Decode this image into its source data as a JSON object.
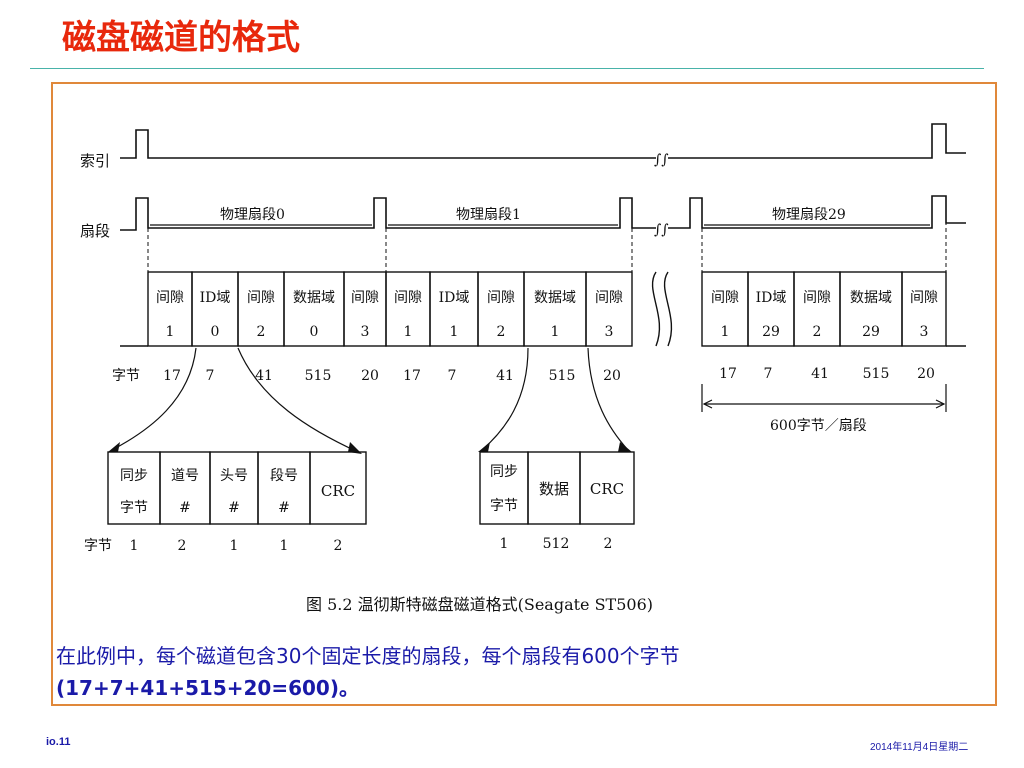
{
  "title": "磁盘磁道的格式",
  "figure": {
    "row_labels": {
      "index": "索引",
      "sector": "扇段"
    },
    "sector_labels": [
      "物理扇段0",
      "物理扇段1",
      "物理扇段29"
    ],
    "field_cells": [
      {
        "top": "间隙",
        "bottom": "1"
      },
      {
        "top": "ID域",
        "bottom": "0"
      },
      {
        "top": "间隙",
        "bottom": "2"
      },
      {
        "top": "数据域",
        "bottom": "0"
      },
      {
        "top": "间隙",
        "bottom": "3"
      },
      {
        "top": "间隙",
        "bottom": "1"
      },
      {
        "top": "ID域",
        "bottom": "1"
      },
      {
        "top": "间隙",
        "bottom": "2"
      },
      {
        "top": "数据域",
        "bottom": "1"
      },
      {
        "top": "间隙",
        "bottom": "3"
      },
      {
        "top": "间隙",
        "bottom": "1"
      },
      {
        "top": "ID域",
        "bottom": "29"
      },
      {
        "top": "间隙",
        "bottom": "2"
      },
      {
        "top": "数据域",
        "bottom": "29"
      },
      {
        "top": "间隙",
        "bottom": "3"
      }
    ],
    "bytes_label": "字节",
    "bytes_row": [
      "17",
      "7",
      "41",
      "515",
      "20",
      "17",
      "7",
      "41",
      "515",
      "20",
      "17",
      "7",
      "41",
      "515",
      "20"
    ],
    "span_label": "600字节／扇段",
    "id_fields": {
      "cells": [
        {
          "line1": "同步",
          "line2": "字节"
        },
        {
          "line1": "道号",
          "line2": "#"
        },
        {
          "line1": "头号",
          "line2": "#"
        },
        {
          "line1": "段号",
          "line2": "#"
        },
        {
          "line1": "CRC",
          "line2": ""
        }
      ],
      "bytes_label": "字节",
      "bytes": [
        "1",
        "2",
        "1",
        "1",
        "2"
      ]
    },
    "data_fields": {
      "cells": [
        {
          "line1": "同步",
          "line2": "字节"
        },
        {
          "line1": "数据",
          "line2": ""
        },
        {
          "line1": "CRC",
          "line2": ""
        }
      ],
      "bytes": [
        "1",
        "512",
        "2"
      ]
    },
    "figure_caption": "图 5.2  温彻斯特磁盘磁道格式(Seagate ST506)"
  },
  "caption": {
    "line1": "在此例中，每个磁道包含30个固定长度的扇段，每个扇段有600个字节",
    "line2": "(17+7+41+515+20=600)。"
  },
  "footer": {
    "left": "io.11",
    "right": "2014年11月4日星期二"
  },
  "colors": {
    "title": "#e8280c",
    "caption": "#1a1aa8",
    "frame": "#e0883a",
    "rule": "#49b3a9"
  }
}
